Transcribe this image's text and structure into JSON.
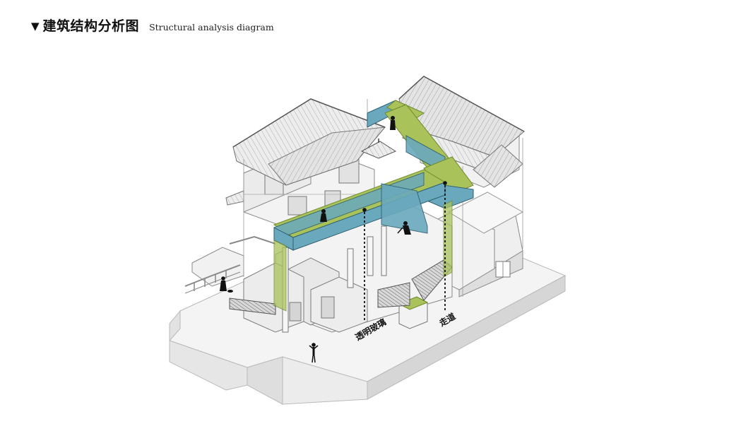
{
  "header": {
    "marker": "▼",
    "title_zh": "建筑结构分析图",
    "title_en": "Structural analysis diagram"
  },
  "annotations": {
    "glass": "透明玻璃",
    "corridor": "走道"
  },
  "colors": {
    "glass": "#6aa9bd",
    "corridor": "#a9c25a",
    "wall": "#ececec",
    "wall_shade": "#d8d8d8",
    "roof": "#e6e6e6",
    "line": "#7a7a7a",
    "figure": "#111111"
  }
}
